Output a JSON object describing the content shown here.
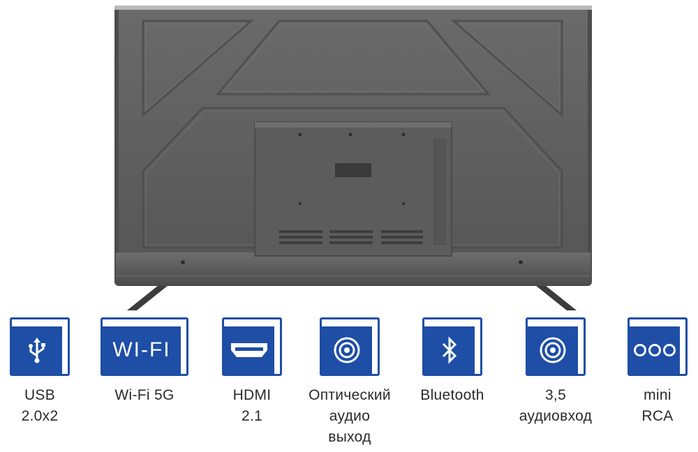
{
  "colors": {
    "accent": "#1e4ea6",
    "tv_body": "#5a5a5a",
    "tv_panel": "#606060",
    "label_text": "#2a2a2a"
  },
  "features": [
    {
      "icon": "usb-icon",
      "lines": [
        "USB",
        "2.0x2"
      ]
    },
    {
      "icon": "wifi-icon",
      "icon_text": "WI-FI",
      "lines": [
        "Wi-Fi 5G"
      ]
    },
    {
      "icon": "hdmi-icon",
      "lines": [
        "HDMI",
        "2.1"
      ]
    },
    {
      "icon": "optical-audio-icon",
      "lines": [
        "Оптический",
        "аудио",
        "выход"
      ]
    },
    {
      "icon": "bluetooth-icon",
      "lines": [
        "Bluetooth"
      ]
    },
    {
      "icon": "audio-jack-icon",
      "lines": [
        "3,5",
        "аудиовход"
      ]
    },
    {
      "icon": "mini-rca-icon",
      "lines": [
        "mini",
        "RCA"
      ]
    }
  ]
}
